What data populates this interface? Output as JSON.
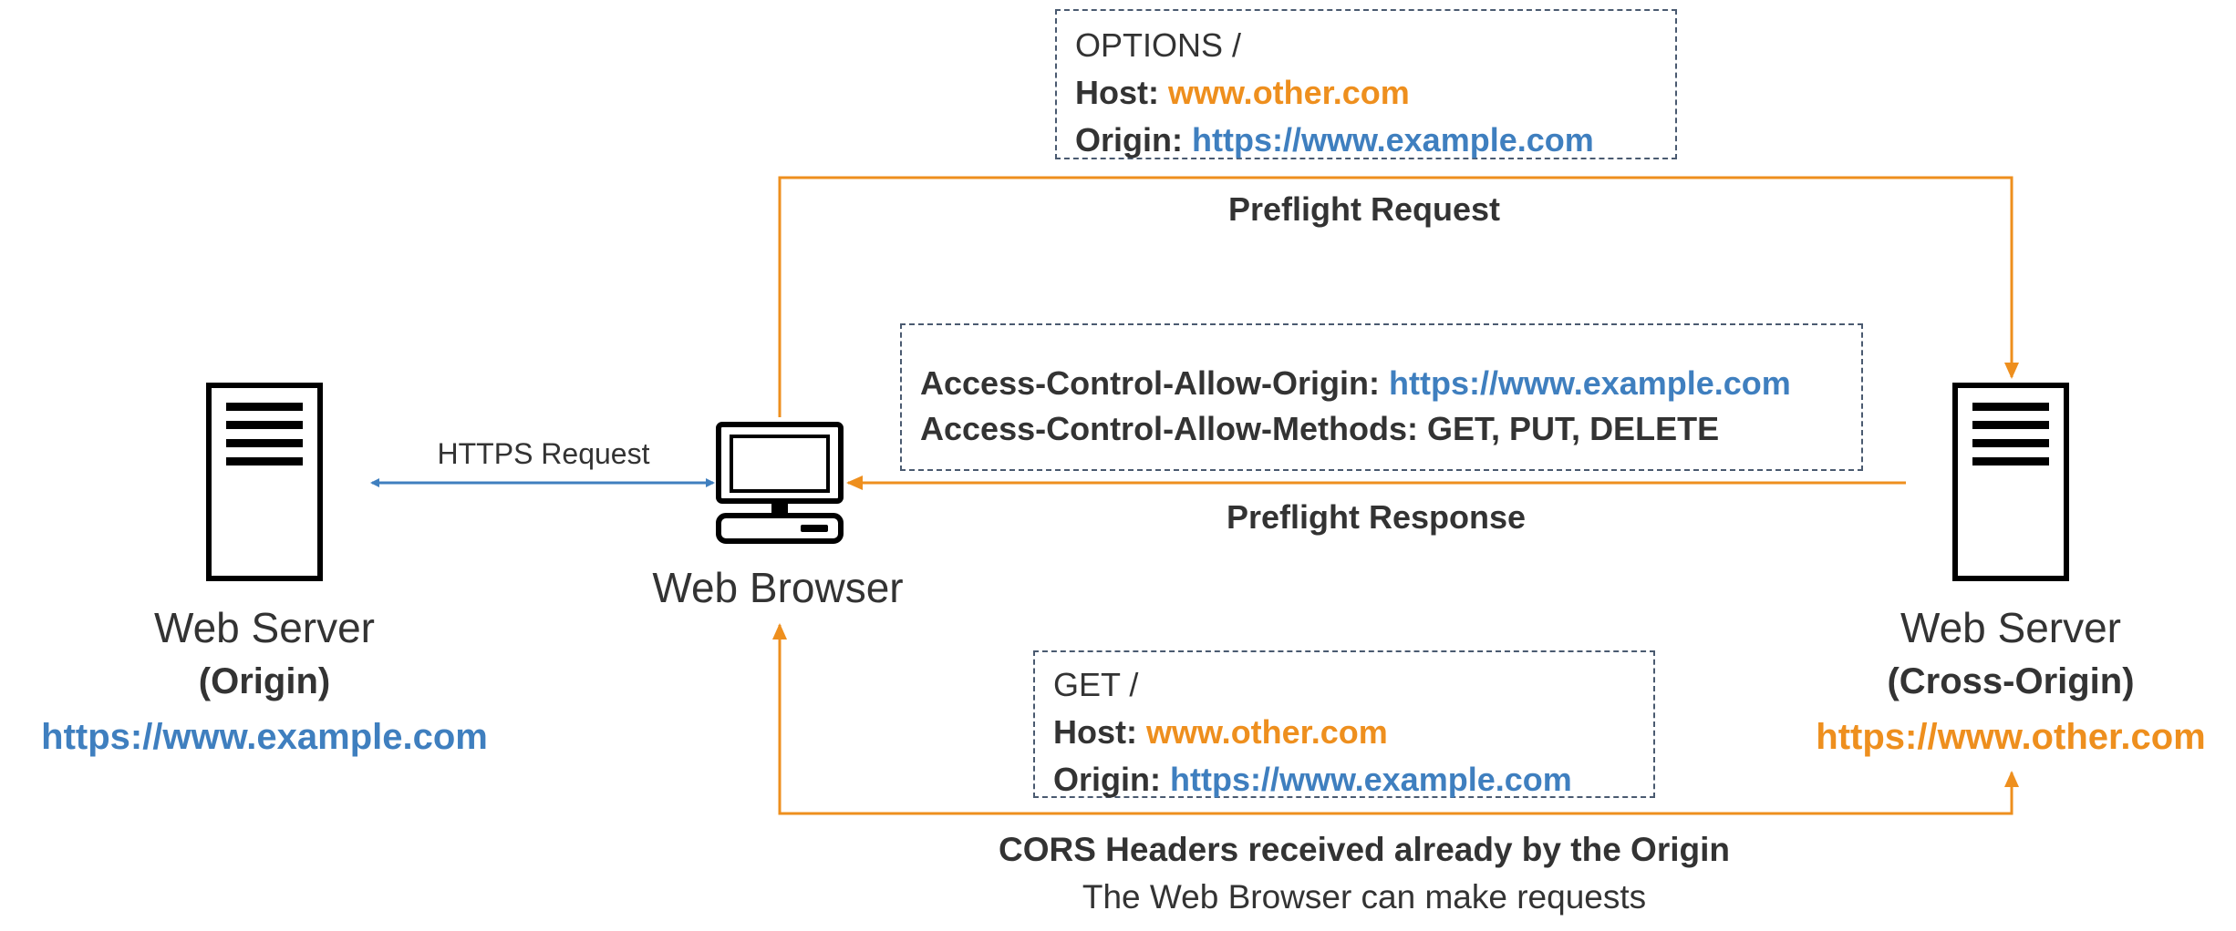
{
  "colors": {
    "orange": "#ee8f1e",
    "blue": "#3f7fbf",
    "text": "#333333",
    "box_border": "#4a5a70"
  },
  "icons": {
    "server": "server-icon",
    "browser": "desktop-computer-icon"
  },
  "origin_server": {
    "title": "Web Server",
    "subtitle": "(Origin)",
    "url": "https://www.example.com"
  },
  "browser": {
    "title": "Web Browser"
  },
  "cross_server": {
    "title": "Web Server",
    "subtitle": "(Cross-Origin)",
    "url": "https://www.other.com"
  },
  "https_request": {
    "label": "HTTPS Request"
  },
  "preflight_request": {
    "label": "Preflight Request",
    "box": {
      "method": "OPTIONS /",
      "host_key": "Host:",
      "host_value": "www.other.com",
      "origin_key": "Origin:",
      "origin_value": "https://www.example.com"
    }
  },
  "preflight_response": {
    "label": "Preflight Response",
    "box": {
      "allow_origin_key": "Access-Control-Allow-Origin:",
      "allow_origin_value": "https://www.example.com",
      "allow_methods_key": "Access-Control-Allow-Methods:",
      "allow_methods_value": "GET, PUT, DELETE"
    }
  },
  "get_request": {
    "box": {
      "method": "GET /",
      "host_key": "Host:",
      "host_value": "www.other.com",
      "origin_key": "Origin:",
      "origin_value": "https://www.example.com"
    },
    "caption_bold": "CORS Headers received already by the Origin",
    "caption": "The Web Browser can make requests"
  }
}
